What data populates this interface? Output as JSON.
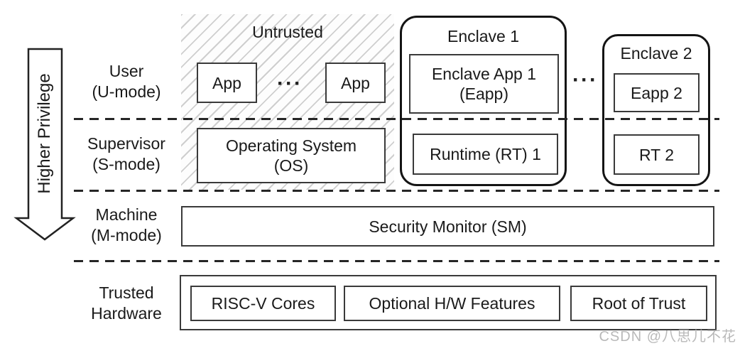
{
  "arrow": {
    "label": "Higher Privilege"
  },
  "rows": {
    "user": {
      "line1": "User",
      "line2": "(U-mode)"
    },
    "supervisor": {
      "line1": "Supervisor",
      "line2": "(S-mode)"
    },
    "machine": {
      "line1": "Machine",
      "line2": "(M-mode)"
    },
    "hardware": {
      "line1": "Trusted",
      "line2": "Hardware"
    }
  },
  "untrusted": {
    "title": "Untrusted",
    "app1_label": "App",
    "dots": "···",
    "app2_label": "App",
    "os": {
      "line1": "Operating System",
      "line2": "(OS)"
    }
  },
  "enclave1": {
    "title": "Enclave 1",
    "eapp": {
      "line1": "Enclave App 1",
      "line2": "(Eapp)"
    },
    "runtime_label": "Runtime (RT) 1"
  },
  "between_enclaves_dots": "···",
  "enclave2": {
    "title": "Enclave 2",
    "eapp_label": "Eapp 2",
    "runtime_label": "RT 2"
  },
  "machine_level": {
    "security_monitor_label": "Security Monitor (SM)"
  },
  "hardware_level": {
    "components": [
      "RISC-V Cores",
      "Optional H/W Features",
      "Root of Trust"
    ]
  },
  "watermark": "CSDN @八思儿不花",
  "colors": {
    "ink": "#1a1a1a",
    "hatch": "#cfcfcf",
    "watermark": "#b9b9b9"
  }
}
